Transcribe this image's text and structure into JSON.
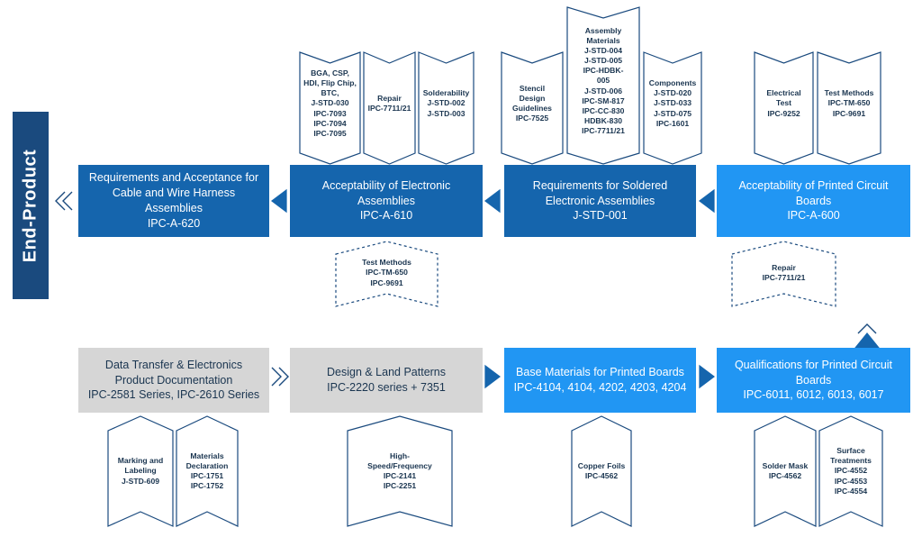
{
  "side_label": "End-Product",
  "top_boxes": [
    {
      "title": "Requirements and Acceptance for Cable and Wire Harness Assemblies",
      "code": "IPC-A-620"
    },
    {
      "title": "Acceptability of Electronic Assemblies",
      "code": "IPC-A-610"
    },
    {
      "title": "Requirements for Soldered Electronic Assemblies",
      "code": "J-STD-001"
    },
    {
      "title": "Acceptability of Printed Circuit Boards",
      "code": "IPC-A-600"
    }
  ],
  "bottom_boxes": [
    {
      "title": "Data Transfer & Electronics Product Documentation",
      "code": "IPC-2581 Series, IPC-2610 Series"
    },
    {
      "title": "Design & Land Patterns",
      "code": "IPC-2220 series + 7351"
    },
    {
      "title": "Base Materials for Printed Boards",
      "code": "IPC-4104, 4104, 4202, 4203, 4204"
    },
    {
      "title": "Qualifications for Printed Circuit Boards",
      "code": "IPC-6011, 6012, 6013, 6017"
    }
  ],
  "tags_top": [
    {
      "lines": [
        "BGA, CSP,",
        "HDI, Flip Chip,",
        "BTC,",
        "J-STD-030",
        "IPC-7093",
        "IPC-7094",
        "IPC-7095"
      ]
    },
    {
      "lines": [
        "Repair",
        "IPC-7711/21"
      ]
    },
    {
      "lines": [
        "Solderability",
        "J-STD-002",
        "J-STD-003"
      ]
    },
    {
      "lines": [
        "Stencil",
        "Design",
        "Guidelines",
        "IPC-7525"
      ]
    },
    {
      "lines": [
        "Assembly",
        "Materials",
        "J-STD-004",
        "J-STD-005",
        "IPC-HDBK-",
        "005",
        "J-STD-006",
        "IPC-SM-817",
        "IPC-CC-830",
        "HDBK-830",
        "IPC-7711/21"
      ]
    },
    {
      "lines": [
        "Components",
        "J-STD-020",
        "J-STD-033",
        "J-STD-075",
        "IPC-1601"
      ]
    },
    {
      "lines": [
        "Electrical",
        "Test",
        "IPC-9252"
      ]
    },
    {
      "lines": [
        "Test Methods",
        "IPC-TM-650",
        "IPC-9691"
      ]
    }
  ],
  "tags_mid": [
    {
      "lines": [
        "Test Methods",
        "IPC-TM-650",
        "IPC-9691"
      ]
    },
    {
      "lines": [
        "Repair",
        "IPC-7711/21"
      ]
    }
  ],
  "tags_bottom": [
    {
      "lines": [
        "Marking and",
        "Labeling",
        "J-STD-609"
      ]
    },
    {
      "lines": [
        "Materials",
        "Declaration",
        "IPC-1751",
        "IPC-1752"
      ]
    },
    {
      "lines": [
        "High-",
        "Speed/Frequency",
        "IPC-2141",
        "IPC-2251"
      ]
    },
    {
      "lines": [
        "Copper Foils",
        "IPC-4562"
      ]
    },
    {
      "lines": [
        "Solder Mask",
        "IPC-4562"
      ]
    },
    {
      "lines": [
        "Surface",
        "Treatments",
        "IPC-4552",
        "IPC-4553",
        "IPC-4554"
      ]
    }
  ],
  "colors": {
    "dark_blue": "#1565ad",
    "light_blue": "#2196f3",
    "grey": "#d6d6d6",
    "navy": "#1a4a7e",
    "outline": "#1a4a7e"
  }
}
